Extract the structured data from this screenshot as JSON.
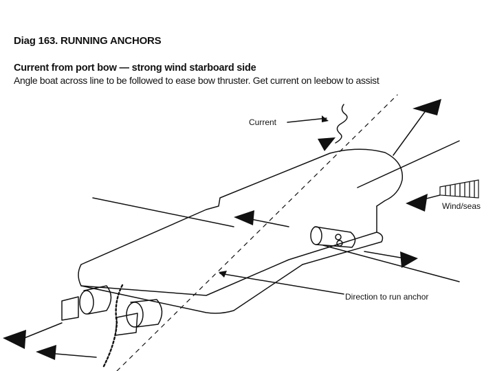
{
  "header": {
    "title": "Diag 163. RUNNING ANCHORS",
    "subtitle": "Current from port bow — strong wind starboard side",
    "instruction": "Angle boat across line to be followed to ease bow thruster. Get current on leebow to assist"
  },
  "labels": {
    "current": "Current",
    "wind": "Wind/seas",
    "direction": "Direction to run anchor"
  },
  "colors": {
    "ink": "#111111",
    "background": "#ffffff"
  }
}
